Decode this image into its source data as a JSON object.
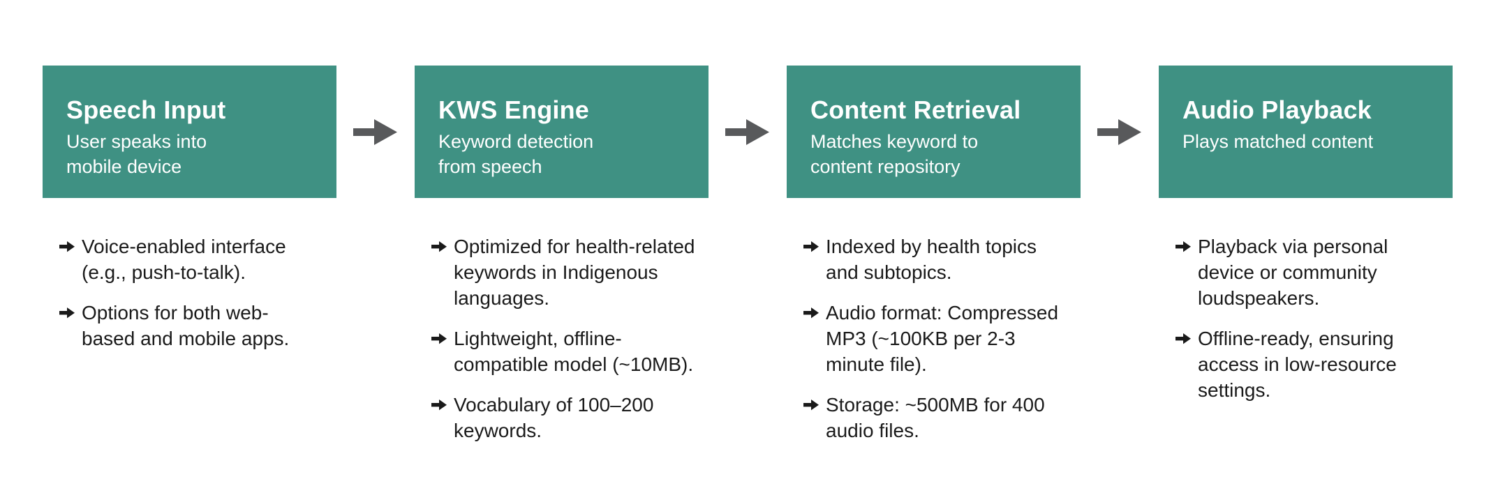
{
  "colors": {
    "box": "#3F9183",
    "arrow": "#58595B",
    "title": "#FFFFFF",
    "body_text": "#1A1A1A",
    "background": "#FFFFFF"
  },
  "flow": {
    "steps": [
      {
        "title": "Speech Input",
        "subtitle": "User speaks into\nmobile device",
        "bullets": [
          "Voice-enabled interface\n(e.g., push-to-talk).",
          "Options for both web-\nbased and mobile apps."
        ]
      },
      {
        "title": "KWS Engine",
        "subtitle": "Keyword detection\nfrom speech",
        "bullets": [
          "Optimized for health-related\nkeywords in Indigenous\nlanguages.",
          "Lightweight, offline-\ncompatible model (~10MB).",
          "Vocabulary of 100–200\nkeywords."
        ]
      },
      {
        "title": "Content Retrieval",
        "subtitle": "Matches keyword to\ncontent repository",
        "bullets": [
          "Indexed by health topics\nand subtopics.",
          "Audio format: Compressed\nMP3 (~100KB per 2-3\nminute file).",
          "Storage: ~500MB for 400\naudio files."
        ]
      },
      {
        "title": "Audio Playback",
        "subtitle": "Plays matched content",
        "bullets": [
          "Playback via personal\ndevice or community\nloudspeakers.",
          "Offline-ready, ensuring\naccess in low-resource\nsettings."
        ]
      }
    ]
  }
}
